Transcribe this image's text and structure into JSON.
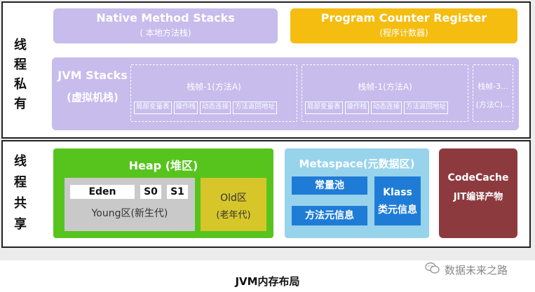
{
  "private": {
    "side_label": [
      "线",
      "程",
      "私",
      "有"
    ],
    "native": {
      "title": "Native Method Stacks",
      "subtitle": "( 本地方法栈)"
    },
    "pc": {
      "title": "Program Counter Register",
      "subtitle": "(程序计数器)"
    },
    "jvm": {
      "title": "JVM Stacks",
      "subtitle": "(虚拟机栈)",
      "frames": [
        {
          "label": "栈帧-1(方法A)",
          "items": [
            "局部变量表",
            "操作栈",
            "动态连接",
            "方法返回地址"
          ]
        },
        {
          "label": "栈帧-1(方法A)",
          "items": [
            "局部变量表",
            "操作栈",
            "动态连接",
            "方法返回地址"
          ]
        },
        {
          "label": "栈帧-3...",
          "label2": "(方法C)..."
        }
      ]
    }
  },
  "shared": {
    "side_label": [
      "线",
      "程",
      "共",
      "享"
    ],
    "heap": {
      "title": "Heap (堆区)",
      "eden": "Eden",
      "s0": "S0",
      "s1": "S1",
      "young": "Young区(新生代)",
      "old": "Old区",
      "old_sub": "(老年代)"
    },
    "meta": {
      "title": "Metaspace(元数据区)",
      "const_pool": "常量池",
      "method_info": "方法元信息",
      "klass": "Klass",
      "klass_sub": "类元信息"
    },
    "code": {
      "title": "CodeCache",
      "subtitle": "JIT编译产物"
    }
  },
  "footer": {
    "title": "JVM内存布局",
    "watermark": "数据未来之路"
  },
  "colors": {
    "purple": "#c7bcec",
    "orange": "#f5bd10",
    "green": "#57c41e",
    "metaspace": "#98d3ec",
    "blue": "#1f7cd6",
    "codecache": "#8d3a3f",
    "old": "#d7c62a"
  }
}
